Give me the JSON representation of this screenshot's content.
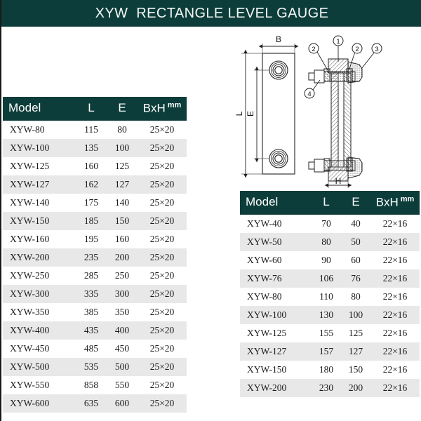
{
  "header": {
    "title": "XYW  RECTANGLE LEVEL GAUGE"
  },
  "colors": {
    "banner": "#0d3d3a",
    "banner_text": "#f2f6f5",
    "row_stripe": "#e8e8e8",
    "row_plain": "#ffffff",
    "text": "#1c1c1c"
  },
  "tables": [
    {
      "id": "table-left",
      "columns": [
        "Model",
        "L",
        "E",
        "BxH"
      ],
      "unit": "mm",
      "rows": [
        {
          "model": "XYW-80",
          "l": "115",
          "e": "80",
          "bxh": "25×20"
        },
        {
          "model": "XYW-100",
          "l": "135",
          "e": "100",
          "bxh": "25×20"
        },
        {
          "model": "XYW-125",
          "l": "160",
          "e": "125",
          "bxh": "25×20"
        },
        {
          "model": "XYW-127",
          "l": "162",
          "e": "127",
          "bxh": "25×20"
        },
        {
          "model": "XYW-140",
          "l": "175",
          "e": "140",
          "bxh": "25×20"
        },
        {
          "model": "XYW-150",
          "l": "185",
          "e": "150",
          "bxh": "25×20"
        },
        {
          "model": "XYW-160",
          "l": "195",
          "e": "160",
          "bxh": "25×20"
        },
        {
          "model": "XYW-200",
          "l": "235",
          "e": "200",
          "bxh": "25×20"
        },
        {
          "model": "XYW-250",
          "l": "285",
          "e": "250",
          "bxh": "25×20"
        },
        {
          "model": "XYW-300",
          "l": "335",
          "e": "300",
          "bxh": "25×20"
        },
        {
          "model": "XYW-350",
          "l": "385",
          "e": "350",
          "bxh": "25×20"
        },
        {
          "model": "XYW-400",
          "l": "435",
          "e": "400",
          "bxh": "25×20"
        },
        {
          "model": "XYW-450",
          "l": "485",
          "e": "450",
          "bxh": "25×20"
        },
        {
          "model": "XYW-500",
          "l": "535",
          "e": "500",
          "bxh": "25×20"
        },
        {
          "model": "XYW-550",
          "l": "858",
          "e": "550",
          "bxh": "25×20"
        },
        {
          "model": "XYW-600",
          "l": "635",
          "e": "600",
          "bxh": "25×20"
        }
      ]
    },
    {
      "id": "table-right",
      "columns": [
        "Model",
        "L",
        "E",
        "BxH"
      ],
      "unit": "mm",
      "rows": [
        {
          "model": "XYW-40",
          "l": "70",
          "e": "40",
          "bxh": "22×16"
        },
        {
          "model": "XYW-50",
          "l": "80",
          "e": "50",
          "bxh": "22×16"
        },
        {
          "model": "XYW-60",
          "l": "90",
          "e": "60",
          "bxh": "22×16"
        },
        {
          "model": "XYW-76",
          "l": "106",
          "e": "76",
          "bxh": "22×16"
        },
        {
          "model": "XYW-80",
          "l": "110",
          "e": "80",
          "bxh": "22×16"
        },
        {
          "model": "XYW-100",
          "l": "130",
          "e": "100",
          "bxh": "22×16"
        },
        {
          "model": "XYW-125",
          "l": "155",
          "e": "125",
          "bxh": "22×16"
        },
        {
          "model": "XYW-127",
          "l": "157",
          "e": "127",
          "bxh": "22×16"
        },
        {
          "model": "XYW-150",
          "l": "180",
          "e": "150",
          "bxh": "22×16"
        },
        {
          "model": "XYW-200",
          "l": "230",
          "e": "200",
          "bxh": "22×16"
        }
      ]
    }
  ],
  "drawing": {
    "dimension_labels": {
      "b": "B",
      "l": "L",
      "e": "E",
      "h": "H"
    },
    "callouts": [
      "1",
      "2",
      "2",
      "3",
      "4"
    ]
  }
}
